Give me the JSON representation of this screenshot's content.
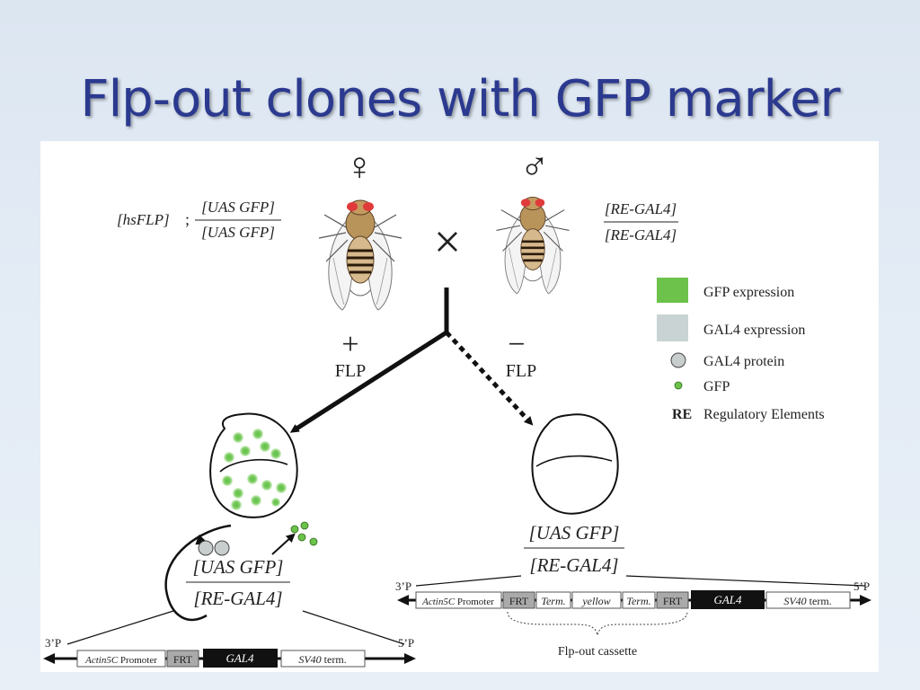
{
  "slide": {
    "title": "Flp-out clones with GFP marker"
  },
  "cross": {
    "female_symbol": "♀",
    "male_symbol": "♂",
    "cross_symbol": "×",
    "female_hsflp": "[hsFLP]",
    "female_sep": ";",
    "female_top": "[UAS GFP]",
    "female_bottom": "[UAS GFP]",
    "male_top": "[RE-GAL4]",
    "male_bottom": "[RE-GAL4]"
  },
  "branches": {
    "plus_sign": "+",
    "plus_label": "FLP",
    "minus_sign": "−",
    "minus_label": "FLP"
  },
  "legend": {
    "gfp_expression": "GFP expression",
    "gal4_expression": "GAL4 expression",
    "gal4_protein": "GAL4 protein",
    "gfp": "GFP",
    "re_key": "RE",
    "re_value": "Regulatory Elements",
    "colors": {
      "gfp": "#6cc24a",
      "gal4": "#c9d3d3",
      "protein": "#c8cdcd"
    }
  },
  "left_construct": {
    "top": "[UAS GFP]",
    "bottom": "[RE-GAL4]",
    "end_left": "3’P",
    "end_right": "5’P",
    "promoter_italic": "Actin5C",
    "promoter_word": "Promoter",
    "frt": "FRT",
    "gal4": "GAL4",
    "sv40_italic": "SV40",
    "sv40_word": "term."
  },
  "right_construct": {
    "top": "[UAS GFP]",
    "bottom": "[RE-GAL4]",
    "end_left": "3’P",
    "end_right": "5’P",
    "promoter_italic": "Actin5C",
    "promoter_word": "Promoter",
    "frt1": "FRT",
    "term1": "Term.",
    "yellow": "yellow",
    "term2": "Term.",
    "frt2": "FRT",
    "gal4": "GAL4",
    "sv40_italic": "SV40",
    "sv40_word": "term.",
    "cassette_label": "Flp-out cassette"
  }
}
